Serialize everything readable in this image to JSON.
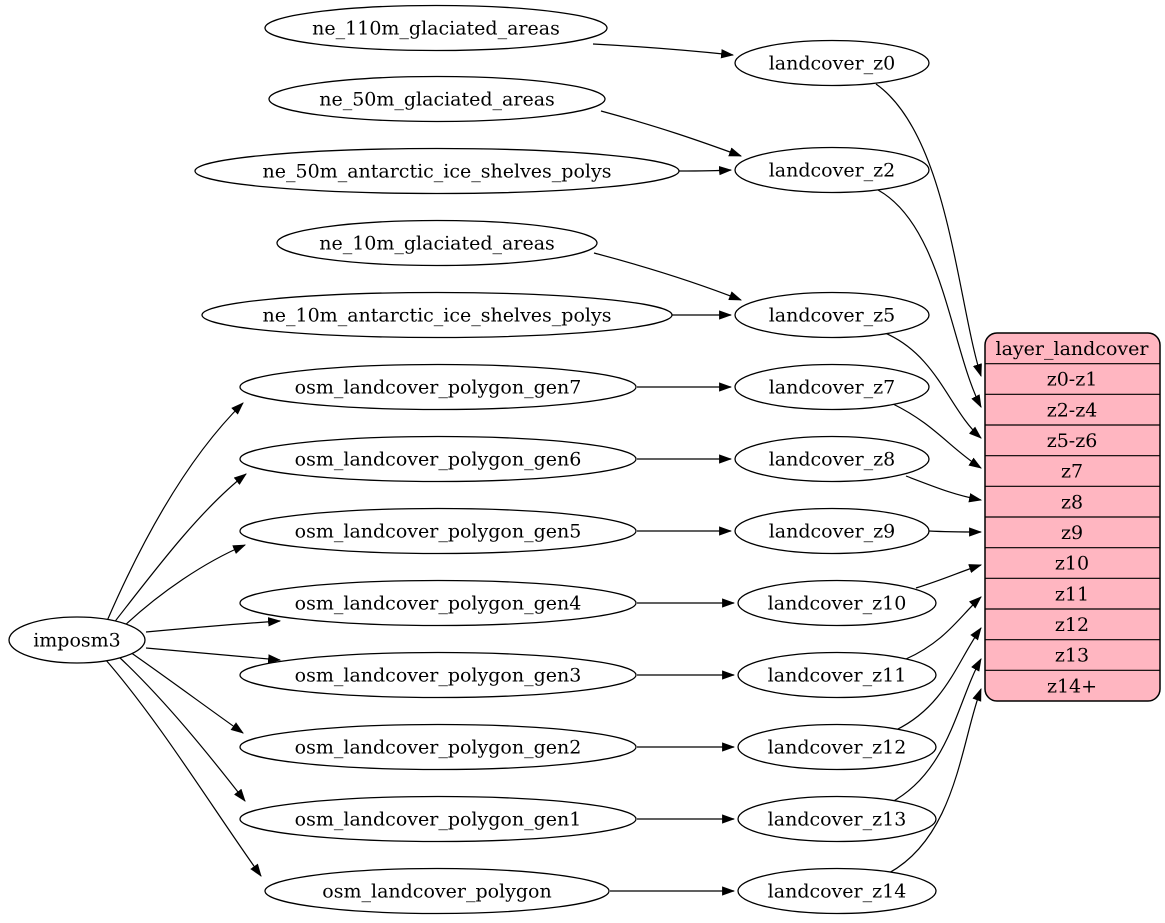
{
  "colors": {
    "background": "#ffffff",
    "node_fill": "#ffffff",
    "node_stroke": "#000000",
    "edge_color": "#000000",
    "table_fill": "#ffb6c1",
    "text_color": "#000000"
  },
  "nodes": {
    "imposm3": "imposm3",
    "ne_110m_glaciated_areas": "ne_110m_glaciated_areas",
    "ne_50m_glaciated_areas": "ne_50m_glaciated_areas",
    "ne_50m_antarctic_ice_shelves_polys": "ne_50m_antarctic_ice_shelves_polys",
    "ne_10m_glaciated_areas": "ne_10m_glaciated_areas",
    "ne_10m_antarctic_ice_shelves_polys": "ne_10m_antarctic_ice_shelves_polys",
    "osm_landcover_polygon_gen7": "osm_landcover_polygon_gen7",
    "osm_landcover_polygon_gen6": "osm_landcover_polygon_gen6",
    "osm_landcover_polygon_gen5": "osm_landcover_polygon_gen5",
    "osm_landcover_polygon_gen4": "osm_landcover_polygon_gen4",
    "osm_landcover_polygon_gen3": "osm_landcover_polygon_gen3",
    "osm_landcover_polygon_gen2": "osm_landcover_polygon_gen2",
    "osm_landcover_polygon_gen1": "osm_landcover_polygon_gen1",
    "osm_landcover_polygon": "osm_landcover_polygon",
    "landcover_z0": "landcover_z0",
    "landcover_z2": "landcover_z2",
    "landcover_z5": "landcover_z5",
    "landcover_z7": "landcover_z7",
    "landcover_z8": "landcover_z8",
    "landcover_z9": "landcover_z9",
    "landcover_z10": "landcover_z10",
    "landcover_z11": "landcover_z11",
    "landcover_z12": "landcover_z12",
    "landcover_z13": "landcover_z13",
    "landcover_z14": "landcover_z14"
  },
  "table": {
    "title": "layer_landcover",
    "rows": [
      "z0-z1",
      "z2-z4",
      "z5-z6",
      "z7",
      "z8",
      "z9",
      "z10",
      "z11",
      "z12",
      "z13",
      "z14+"
    ]
  },
  "edges": [
    {
      "from": "ne_110m_glaciated_areas",
      "to": "landcover_z0"
    },
    {
      "from": "ne_50m_glaciated_areas",
      "to": "landcover_z2"
    },
    {
      "from": "ne_50m_antarctic_ice_shelves_polys",
      "to": "landcover_z2"
    },
    {
      "from": "ne_10m_glaciated_areas",
      "to": "landcover_z5"
    },
    {
      "from": "ne_10m_antarctic_ice_shelves_polys",
      "to": "landcover_z5"
    },
    {
      "from": "imposm3",
      "to": "osm_landcover_polygon_gen7"
    },
    {
      "from": "imposm3",
      "to": "osm_landcover_polygon_gen6"
    },
    {
      "from": "imposm3",
      "to": "osm_landcover_polygon_gen5"
    },
    {
      "from": "imposm3",
      "to": "osm_landcover_polygon_gen4"
    },
    {
      "from": "imposm3",
      "to": "osm_landcover_polygon_gen3"
    },
    {
      "from": "imposm3",
      "to": "osm_landcover_polygon_gen2"
    },
    {
      "from": "imposm3",
      "to": "osm_landcover_polygon_gen1"
    },
    {
      "from": "imposm3",
      "to": "osm_landcover_polygon"
    },
    {
      "from": "osm_landcover_polygon_gen7",
      "to": "landcover_z7"
    },
    {
      "from": "osm_landcover_polygon_gen6",
      "to": "landcover_z8"
    },
    {
      "from": "osm_landcover_polygon_gen5",
      "to": "landcover_z9"
    },
    {
      "from": "osm_landcover_polygon_gen4",
      "to": "landcover_z10"
    },
    {
      "from": "osm_landcover_polygon_gen3",
      "to": "landcover_z11"
    },
    {
      "from": "osm_landcover_polygon_gen2",
      "to": "landcover_z12"
    },
    {
      "from": "osm_landcover_polygon_gen1",
      "to": "landcover_z13"
    },
    {
      "from": "osm_landcover_polygon",
      "to": "landcover_z14"
    },
    {
      "from": "landcover_z0",
      "to": "layer_landcover:z0-z1"
    },
    {
      "from": "landcover_z2",
      "to": "layer_landcover:z2-z4"
    },
    {
      "from": "landcover_z5",
      "to": "layer_landcover:z5-z6"
    },
    {
      "from": "landcover_z7",
      "to": "layer_landcover:z7"
    },
    {
      "from": "landcover_z8",
      "to": "layer_landcover:z8"
    },
    {
      "from": "landcover_z9",
      "to": "layer_landcover:z9"
    },
    {
      "from": "landcover_z10",
      "to": "layer_landcover:z10"
    },
    {
      "from": "landcover_z11",
      "to": "layer_landcover:z11"
    },
    {
      "from": "landcover_z12",
      "to": "layer_landcover:z12"
    },
    {
      "from": "landcover_z13",
      "to": "layer_landcover:z13"
    },
    {
      "from": "landcover_z14",
      "to": "layer_landcover:z14+"
    }
  ]
}
